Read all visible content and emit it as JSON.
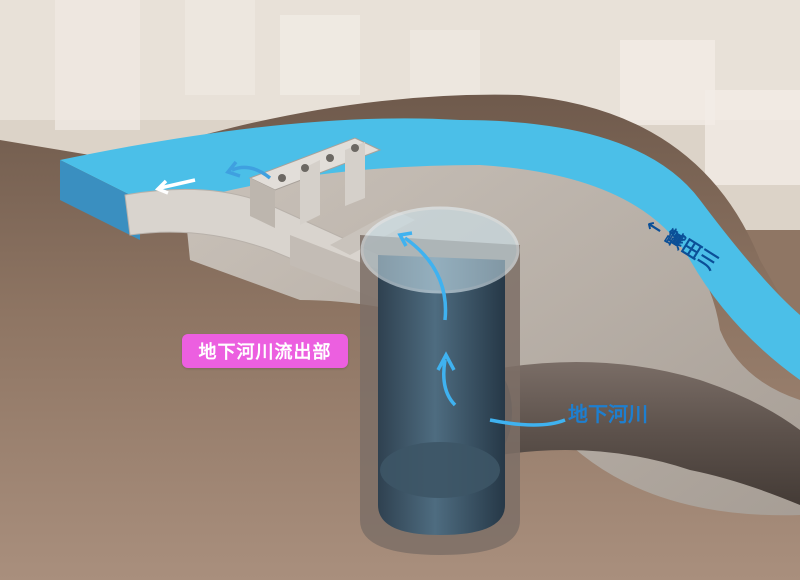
{
  "labels": {
    "outlet": "地下河川流出部",
    "underground_river": "地下河川",
    "surface_river": "← 鷺田川"
  },
  "colors": {
    "river_water": "#4bbfe8",
    "outlet_label_bg": "#ec5fe0",
    "underground_label_text": "#1d7fd0",
    "flow_arrow": "#3fb2f0",
    "ground": "#8f7664",
    "concrete": "#c9c4bf"
  }
}
